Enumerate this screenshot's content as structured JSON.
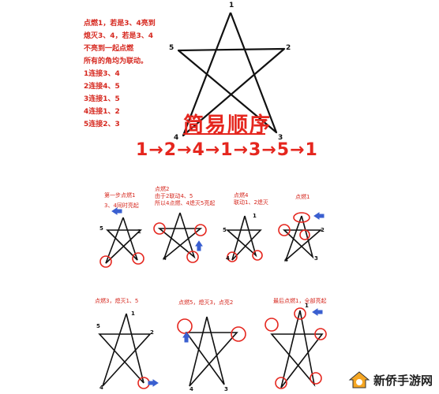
{
  "notes": [
    "点燃1，若是3、4亮到",
    "熄灭3、4，若是3、4",
    "不亮到一起点燃",
    "所有的角均为联动。",
    "1连接3、4",
    "2连接4、5",
    "3连接1、5",
    "4连接1、2",
    "5连接2、3"
  ],
  "big_star": {
    "n1": "1",
    "n2": "2",
    "n3": "3",
    "n4": "4",
    "n5": "5"
  },
  "title": "简易顺序",
  "sequence": "1→2→4→1→3→5→1",
  "steps": {
    "s1": {
      "line1": "第一步点燃1",
      "line2": "3、4同时亮起"
    },
    "s2": {
      "line1": "点燃2",
      "line2": "由于2联动4、5",
      "line3": "所以4点燃、4熄灭5亮起"
    },
    "s3": {
      "line1": "点燃4",
      "line2": "联动1、2熄灭"
    },
    "s4": {
      "line1": "点燃1",
      "line2": ""
    },
    "s5": {
      "line1": "点燃3，熄灭1、5"
    },
    "s6": {
      "line1": "点燃5，熄灭3，点亮2"
    },
    "s7": {
      "line1": "最后点燃1，全部亮起"
    }
  },
  "watermark": "新侨手游网",
  "colors": {
    "red": "#e5261e",
    "blue": "#3a5fd0",
    "ink": "#111111"
  }
}
